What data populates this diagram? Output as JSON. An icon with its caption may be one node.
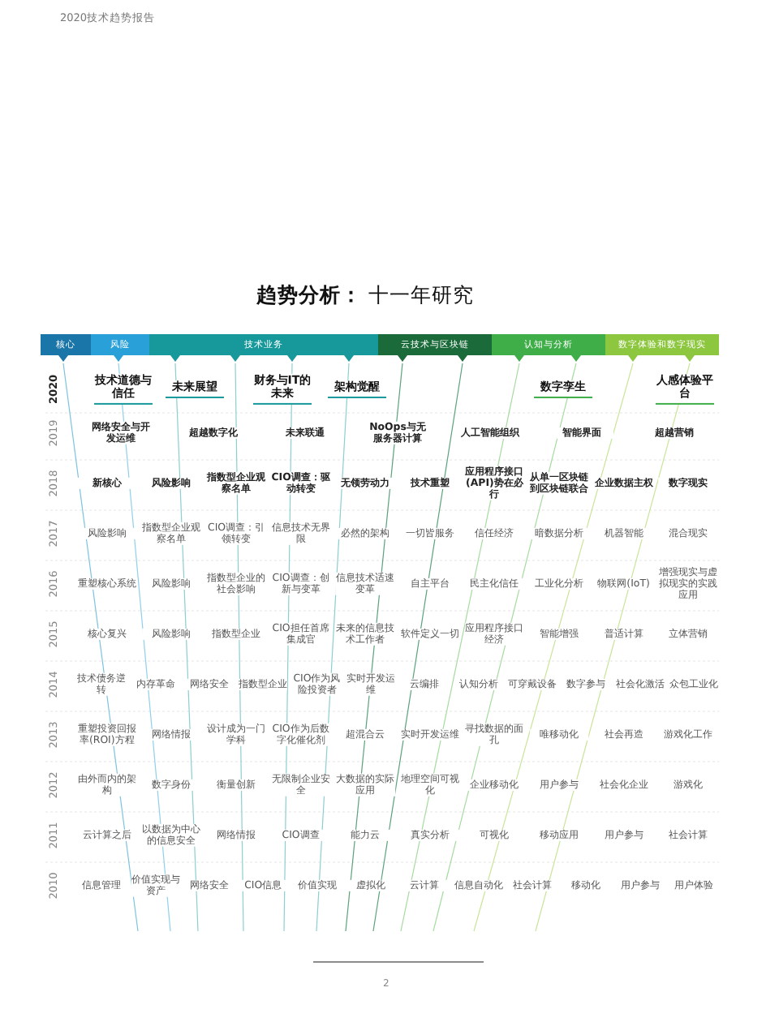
{
  "diagram": {
    "title": "**趋势分析：** 十一年研究",
    "nodes": [
      {
        "text": [
          "核心"
        ]
      },
      {
        "text": [
          "风险"
        ]
      },
      {
        "text": [
          "技术业务"
        ]
      },
      {
        "text": [
          "云技术与区块链"
        ]
      },
      {
        "text": [
          "认知与分析"
        ]
      },
      {
        "text": [
          "数字体验和数字现实"
        ]
      }
    ],
    "labels": [
      "2020技术趋势报告",
      "2020",
      "技术道德与信任",
      "未来展望",
      "财务与IT的未来",
      "架构觉醒",
      "数字孪生",
      "人感体验平台",
      "2019",
      "网络安全与开发运维",
      "超越数字化",
      "未来联通",
      "NoOps与无服务器计算",
      "人工智能组织",
      "智能界面",
      "超越营销",
      "2018",
      "新核心",
      "风险影响",
      "指数型企业观察名单",
      "CIO调查：驱动转变",
      "无领劳动力",
      "技术重塑",
      "应用程序接口(API)势在必行",
      "从单一区块链到区块链联合",
      "企业数据主权",
      "数字现实",
      "2017",
      "风险影响",
      "指数型企业观察名单",
      "CIO调查：引领转变",
      "信息技术无界限",
      "必然的架构",
      "一切皆服务",
      "信任经济",
      "暗数据分析",
      "机器智能",
      "混合现实",
      "2016",
      "重塑核心系统",
      "风险影响",
      "指数型企业的社会影响",
      "CIO调查：创新与变革",
      "信息技术适速变革",
      "自主平台",
      "民主化信任",
      "工业化分析",
      "物联网(IoT)",
      "增强现实与虚拟现实的实践应用",
      "2015",
      "核心复兴",
      "风险影响",
      "指数型企业",
      "CIO担任首席集成官",
      "未来的信息技术工作者",
      "软件定义一切",
      "应用程序接口经济",
      "智能增强",
      "普适计算",
      "立体营销",
      "2014",
      "技术债务逆转",
      "内存革命",
      "网络安全",
      "指数型企业",
      "CIO作为风险投资者",
      "实时开发运维",
      "云编排",
      "认知分析",
      "可穿戴设备",
      "数字参与",
      "社会化激活",
      "众包工业化",
      "2013",
      "重塑投资回报率(ROI)方程",
      "网络情报",
      "设计成为一门学科",
      "CIO作为后数字化催化剂",
      "超混合云",
      "实时开发运维",
      "寻找数据的面孔",
      "唯移动化",
      "社会再造",
      "游戏化工作",
      "2012",
      "由外而内的架构",
      "数字身份",
      "衡量创新",
      "无限制企业安全",
      "大数据的实际应用",
      "地理空间可视化",
      "企业移动化",
      "用户参与",
      "社会化企业",
      "游戏化",
      "2011",
      "云计算之后",
      "以数据为中心的信息安全",
      "网络情报",
      "CIO调查",
      "能力云",
      "真实分析",
      "可视化",
      "移动应用",
      "用户参与",
      "社会计算",
      "2010",
      "信息管理",
      "价值实现与资产",
      "网络安全",
      "CIO信息",
      "价值实现",
      "虚拟化",
      "云计算",
      "信息自动化",
      "社会计算",
      "移动化",
      "用户参与",
      "用户体验",
      "2"
    ]
  }
}
